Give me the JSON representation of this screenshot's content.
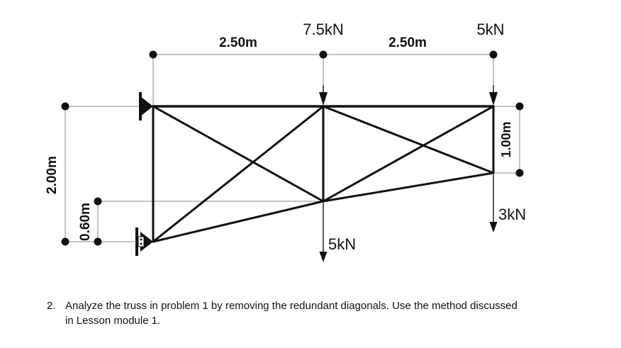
{
  "diagram": {
    "dimensions": {
      "span_left": "2.50m",
      "span_right": "2.50m",
      "total_height": "2.00m",
      "support_offset": "0.60m",
      "right_depth": "1.00m"
    },
    "loads": {
      "top_middle": "7.5kN",
      "top_right": "5kN",
      "bottom_middle": "5kN",
      "bottom_right": "3kN"
    }
  },
  "question": {
    "number": "2.",
    "line1": "Analyze the truss in problem 1 by removing the redundant diagonals. Use the method discussed",
    "line2": "in Lesson module 1."
  }
}
